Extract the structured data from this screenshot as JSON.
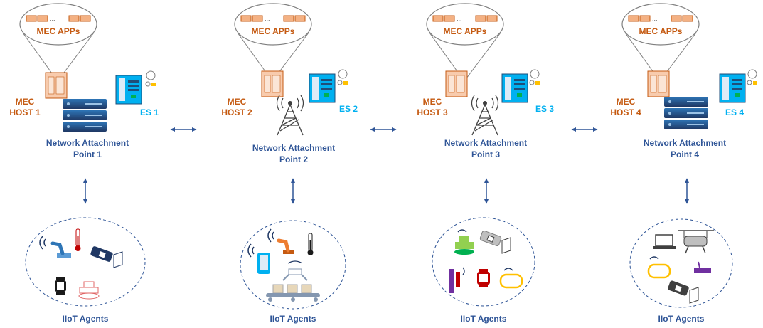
{
  "colors": {
    "accent_orange": "#c55a11",
    "accent_blue": "#2f5597",
    "accent_cyan": "#00b0f0",
    "link_color": "#2f5597"
  },
  "apps_label": "MEC APPs",
  "agents_label": "IIoT Agents",
  "ellipsis": "...",
  "nodes": [
    {
      "host_line1": "MEC",
      "host_line2": "HOST 1",
      "es": "ES 1",
      "nap_line1": "Network Attachment",
      "nap_line2": "Point 1",
      "access_type": "server-rack",
      "agents": [
        "robot-arm-icon",
        "thermometer-icon",
        "cctv-camera-icon",
        "smartwatch-icon",
        "mobile-robot-icon"
      ]
    },
    {
      "host_line1": "MEC",
      "host_line2": "HOST 2",
      "es": "ES 2",
      "nap_line1": "Network Attachment",
      "nap_line2": "Point 2",
      "access_type": "antenna-tower",
      "agents": [
        "robot-arm-icon",
        "thermometer-icon",
        "smartphone-icon",
        "robotic-gripper-icon",
        "conveyor-icon"
      ]
    },
    {
      "host_line1": "MEC",
      "host_line2": "HOST 3",
      "es": "ES 3",
      "nap_line1": "Network Attachment",
      "nap_line2": "Point 3",
      "access_type": "antenna-tower",
      "agents": [
        "mobile-robot-icon",
        "cctv-camera-icon",
        "smart-plug-icon",
        "smartwatch-icon",
        "vr-headset-icon"
      ]
    },
    {
      "host_line1": "MEC",
      "host_line2": "HOST 4",
      "es": "ES 4",
      "nap_line1": "Network Attachment",
      "nap_line2": "Point 4",
      "access_type": "server-rack",
      "agents": [
        "laptop-icon",
        "drone-icon",
        "vr-headset-icon",
        "router-icon",
        "cctv-camera-icon"
      ]
    }
  ]
}
